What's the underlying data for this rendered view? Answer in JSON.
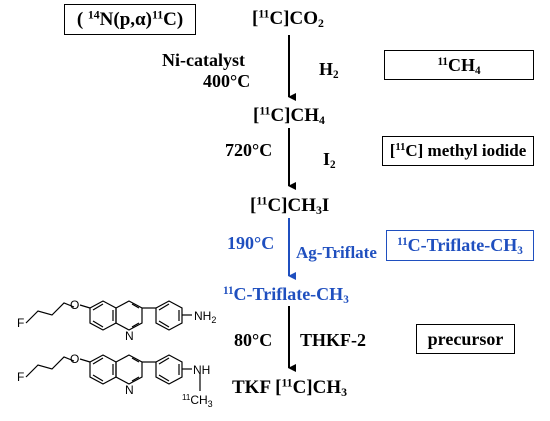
{
  "reaction": {
    "sup_n": "14",
    "nuclear": "N(p,α)",
    "sup_c": "11",
    "nuclear_c": "C)"
  },
  "co2": {
    "pre": "[",
    "sup": "11",
    "mid": "C]CO",
    "sub": "2"
  },
  "step1": {
    "cond1": "Ni-catalyst",
    "cond2": "400°C",
    "reagent": "H",
    "reagent_sub": "2"
  },
  "box_ch4": {
    "sup": "11",
    "main": "CH",
    "sub": "4"
  },
  "ch4": {
    "pre": "[",
    "sup": "11",
    "mid": "C]CH",
    "sub": "4"
  },
  "step2": {
    "temp": "720°C",
    "reagent": "I",
    "reagent_sub": "2"
  },
  "box_mi": {
    "pre": "[",
    "sup": "11",
    "main": "C] methyl iodide"
  },
  "ch3i": {
    "pre": "[",
    "sup": "11",
    "mid": "C]CH",
    "sub": "3",
    "tail": "I"
  },
  "step3": {
    "temp": "190°C",
    "reagent": "Ag-Triflate"
  },
  "box_tf": {
    "sup": "11",
    "main": "C-Triflate-CH",
    "sub": "3"
  },
  "triflate": {
    "sup": "11",
    "main": "C-Triflate-CH",
    "sub": "3"
  },
  "step4": {
    "temp": "80°C",
    "reagent": "THKF-2"
  },
  "box_precursor": {
    "label": "precursor"
  },
  "product": {
    "pre": "TKF [",
    "sup": "11",
    "mid": "C]CH",
    "sub": "3"
  },
  "mol1": {
    "f": "F",
    "o": "O",
    "n": "N",
    "nh2": "NH",
    "nh2_sub": "2"
  },
  "mol2": {
    "f": "F",
    "o": "O",
    "n": "N",
    "nh": "NH",
    "sup": "11",
    "ch3": "CH",
    "ch3_sub": "3"
  },
  "colors": {
    "blue": "#1f4fbf",
    "black": "#000000"
  }
}
